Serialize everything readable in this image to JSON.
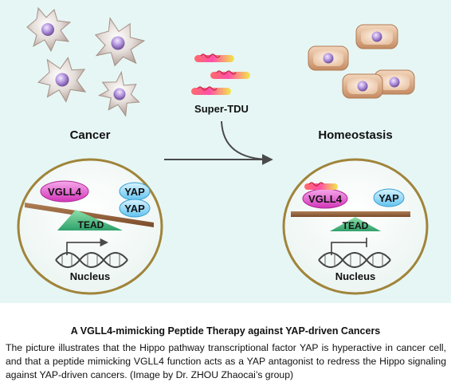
{
  "figure": {
    "background_color": "#e6f6f5",
    "labels": {
      "cancer": "Cancer",
      "homeostasis": "Homeostasis",
      "super_tdu": "Super-TDU"
    },
    "cancer_scale": {
      "vgll4": "VGLL4",
      "yap_top": "YAP",
      "yap_bottom": "YAP",
      "tead": "TEAD",
      "nucleus": "Nucleus"
    },
    "homeostasis_scale": {
      "vgll4": "VGLL4",
      "yap": "YAP",
      "tead": "TEAD",
      "nucleus": "Nucleus"
    },
    "colors": {
      "vgll4": "#e43fc9",
      "yap": "#86d5f7",
      "tead": "#3fb27a",
      "beam": "#8b5a36",
      "circle_border": "#a0843a",
      "nucleus_purple": "#8a68b3"
    },
    "icons": [
      "cancer-cell-icon",
      "normal-cell-icon",
      "peptide-icon",
      "dna-helix-icon",
      "gene-arrow-icon",
      "curved-arrow-icon"
    ]
  },
  "caption": {
    "title": "A VGLL4-mimicking Peptide Therapy against YAP-driven Cancers",
    "body": "The picture illustrates that the Hippo pathway transcriptional factor YAP is hyperactive in cancer cell, and that a peptide mimicking VGLL4 function acts as a YAP antagonist to redress the Hippo signaling against YAP-driven cancers. (Image by Dr. ZHOU Zhaocai’s group)"
  }
}
